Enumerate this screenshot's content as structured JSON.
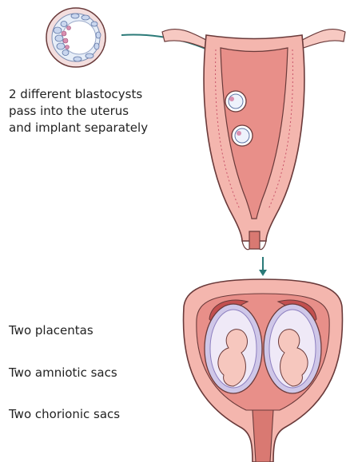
{
  "caption": {
    "line1": "2 different blastocysts",
    "line2": "pass into the uterus",
    "line3": "and implant separately"
  },
  "labels": {
    "placentas": "Two placentas",
    "amniotic": "Two amniotic sacs",
    "chorionic": "Two chorionic sacs"
  },
  "colors": {
    "arrow": "#2b7a78",
    "uterus_wall": "#f4b6ae",
    "uterus_lining": "#e88f89",
    "outline": "#6a3a3a",
    "sac": "#cfc7e8",
    "placenta": "#d06d6a",
    "fetus": "#f6c7be"
  }
}
